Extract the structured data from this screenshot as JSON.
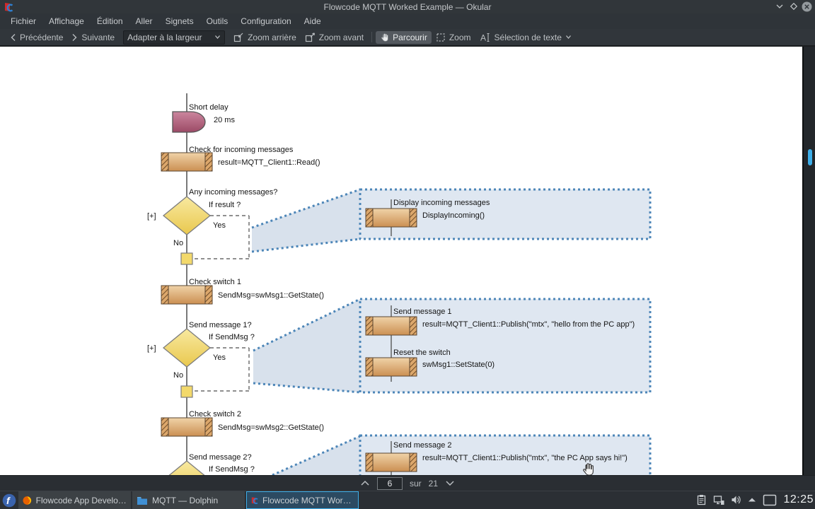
{
  "window": {
    "title": "Flowcode MQTT Worked Example — Okular",
    "controls": {
      "minimize": "chevron-down",
      "maximize": "diamond",
      "close": "circled-x"
    }
  },
  "menubar": {
    "items": [
      "Fichier",
      "Affichage",
      "Édition",
      "Aller",
      "Signets",
      "Outils",
      "Configuration",
      "Aide"
    ]
  },
  "toolbar": {
    "previous": "Précédente",
    "next": "Suivante",
    "zoom_select_value": "Adapter à la largeur",
    "zoom_out": "Zoom arrière",
    "zoom_in": "Zoom avant",
    "browse": "Parcourir",
    "zoom_tool": "Zoom",
    "text_selection": "Sélection de texte"
  },
  "flowchart": {
    "delay": {
      "label": "Short delay",
      "detail": "20 ms"
    },
    "check_incoming": {
      "label": "Check for incoming messages",
      "detail": "result=MQTT_Client1::Read()"
    },
    "decision1": {
      "label": "Any incoming messages?",
      "condition": "If  result ?",
      "yes": "Yes",
      "no": "No",
      "expand": "[+]"
    },
    "callout1": {
      "title": "Display incoming messages",
      "detail": "DisplayIncoming()"
    },
    "check_switch1": {
      "label": "Check switch 1",
      "detail": "SendMsg=swMsg1::GetState()"
    },
    "decision2": {
      "label": "Send message 1?",
      "condition": "If  SendMsg ?",
      "yes": "Yes",
      "no": "No",
      "expand": "[+]"
    },
    "callout2a": {
      "title": "Send message 1",
      "detail": "result=MQTT_Client1::Publish(\"mtx\", \"hello from the PC app\")"
    },
    "callout2b": {
      "title": "Reset the switch",
      "detail": "swMsg1::SetState(0)"
    },
    "check_switch2": {
      "label": "Check switch 2",
      "detail": "SendMsg=swMsg2::GetState()"
    },
    "decision3": {
      "label": "Send message 2?",
      "condition": "If  SendMsg ?"
    },
    "callout3": {
      "title": "Send message 2",
      "detail": "result=MQTT_Client1::Publish(\"mtx\", \"the PC App says hi!\")"
    }
  },
  "pagebar": {
    "current_page": "6",
    "of_label": "sur",
    "total_pages": "21"
  },
  "taskbar": {
    "launcher_icon": "fedora-logo",
    "tasks": [
      {
        "icon": "firefox-icon",
        "label": "Flowcode App Developer - S..."
      },
      {
        "icon": "folder-icon",
        "label": "MQTT — Dolphin"
      },
      {
        "icon": "okular-icon",
        "label": "Flowcode MQTT Worked Exa...",
        "active": true
      }
    ],
    "tray_icons": [
      "clipboard-icon",
      "network-icon",
      "volume-icon",
      "caret-up-icon",
      "show-desktop-icon"
    ],
    "clock": "12:25"
  },
  "colors": {
    "accent_blue": "#3daee9",
    "callout_border": "#4d86b8",
    "callout_fill": "#dfe7f1",
    "call_box_top": "#f0d3a8",
    "call_box_bottom": "#cb8f52",
    "diamond_top": "#f8e9a0",
    "diamond_bottom": "#e9c84e",
    "delay_top": "#c9819a",
    "delay_bottom": "#9c4a66"
  }
}
